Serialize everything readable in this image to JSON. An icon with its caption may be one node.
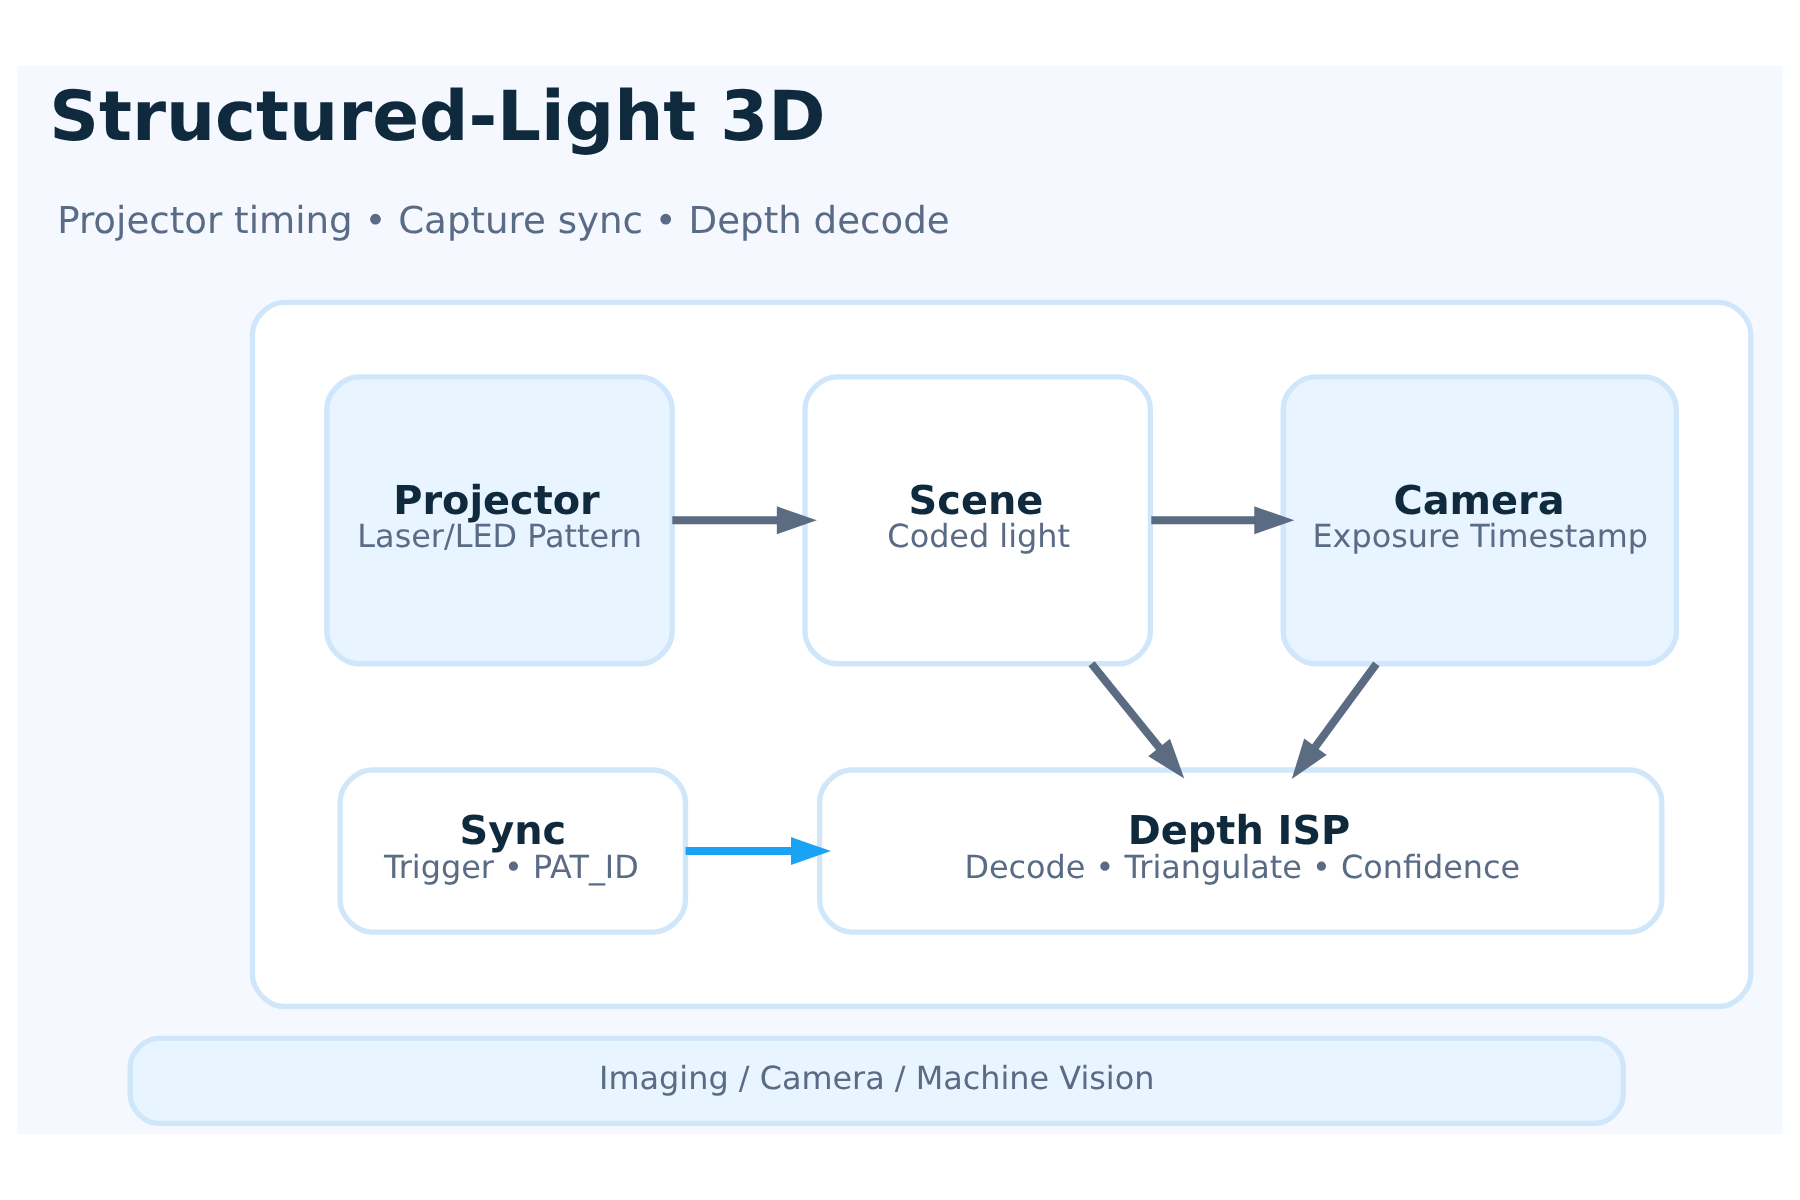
{
  "diagram": {
    "title": "Structured-Light 3D",
    "nodes": [
      {
        "text": [],
        "shape": "box"
      },
      {
        "text": [
          "Projector",
          "Laser/LED Pattern"
        ],
        "in": 0
      },
      {
        "text": [
          "Scene",
          "Coded light"
        ],
        "in": 0
      },
      {
        "text": [
          "Camera",
          "Exposure Timestamp"
        ],
        "in": 0
      },
      {
        "text": [
          "Sync",
          "Trigger • PAT_ID"
        ],
        "in": 0
      },
      {
        "text": [
          "Depth ISP",
          "Decode • Triangulate • Confidence"
        ],
        "in": 0
      },
      {
        "text": [
          "Imaging / Camera / Machine Vision"
        ]
      }
    ],
    "edges": [
      {
        "from": 1,
        "to": 2,
        "arrow": "to"
      },
      {
        "from": 2,
        "to": 3,
        "arrow": "to"
      },
      {
        "from": 2,
        "to": 5,
        "arrow": "to"
      },
      {
        "from": 3,
        "to": 5,
        "arrow": "to"
      },
      {
        "from": 4,
        "to": 5,
        "arrow": "to",
        "color": "#1aa3f5"
      }
    ],
    "labels": [
      "Projector timing • Capture sync • Depth decode"
    ]
  }
}
